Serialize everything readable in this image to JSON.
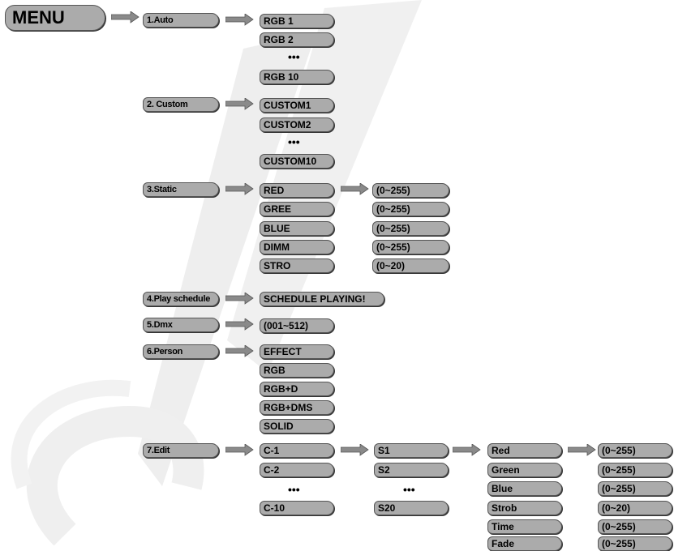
{
  "menu": "MENU",
  "items": [
    {
      "label": "1.Auto",
      "sub": [
        "RGB 1",
        "RGB 2",
        "RGB 10"
      ],
      "ellipsis": "•••"
    },
    {
      "label": "2. Custom",
      "sub": [
        "CUSTOM1",
        "CUSTOM2",
        "CUSTOM10"
      ],
      "ellipsis": "•••"
    },
    {
      "label": "3.Static",
      "sub": [
        "RED",
        "GREE",
        "BLUE",
        "DIMM",
        "STRO"
      ],
      "values": [
        "(0~255)",
        "(0~255)",
        "(0~255)",
        "(0~255)",
        "(0~20)"
      ]
    },
    {
      "label": "4.Play schedule",
      "sub": [
        "SCHEDULE PLAYING!"
      ]
    },
    {
      "label": "5.Dmx",
      "sub": [
        "(001~512)"
      ]
    },
    {
      "label": "6.Person",
      "sub": [
        "EFFECT",
        "RGB",
        "RGB+D",
        "RGB+DMS",
        "SOLID"
      ]
    },
    {
      "label": "7.Edit",
      "sub": [
        "C-1",
        "C-2",
        "C-10"
      ],
      "ellipsis": "•••",
      "steps": [
        "S1",
        "S2",
        "S20"
      ],
      "steps_ellipsis": "•••",
      "params": [
        "Red",
        "Green",
        "Blue",
        "Strob",
        "Time",
        "Fade"
      ],
      "param_values": [
        "(0~255)",
        "(0~255)",
        "(0~255)",
        "(0~20)",
        "(0~255)",
        "(0~255)"
      ]
    }
  ]
}
